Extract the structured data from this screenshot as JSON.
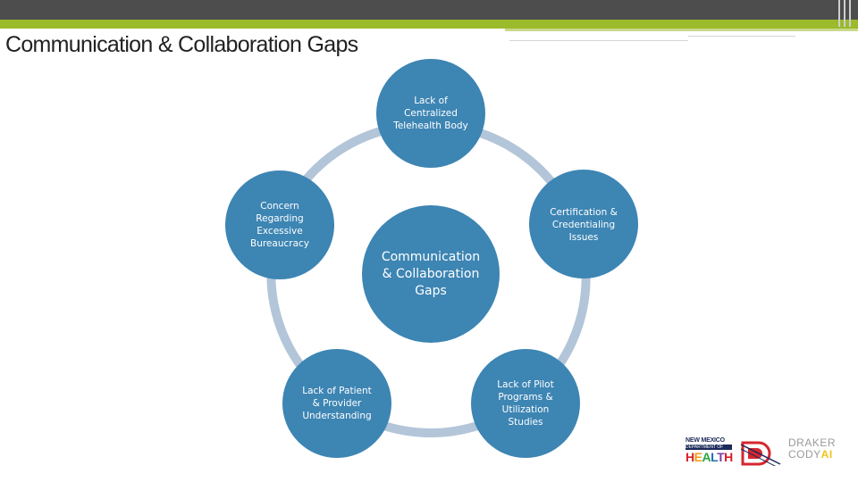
{
  "title": "Communication & Collaboration Gaps",
  "diagram": {
    "center": "Communication\n& Collaboration\nGaps",
    "nodes": [
      "Lack of\nCentralized\nTelehealth Body",
      "Certification &\nCredentialing\nIssues",
      "Lack of Pilot\nPrograms &\nUtilization\nStudies",
      "Lack of Patient\n& Provider\nUnderstanding",
      "Concern\nRegarding\nExcessive\nBureaucracy"
    ],
    "colors": {
      "node": "#3d85b3",
      "center": "#3d85b3",
      "ring": "#b3c5d8",
      "accent_green": "#9bbb2c",
      "top_bar": "#4d4d4d"
    }
  },
  "logos": {
    "nm_top": "NEW MEXICO",
    "nm_dept": "DEPARTMENT OF",
    "nm_health": "HEALTH",
    "dc_line1": "DRAKER",
    "dc_line2_a": "CODY",
    "dc_line2_b": "AI"
  }
}
